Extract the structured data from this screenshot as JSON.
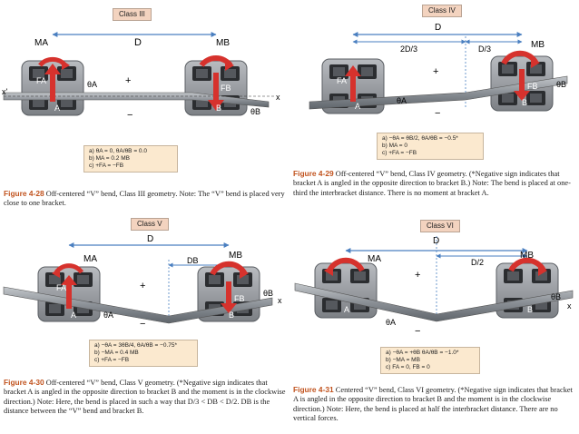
{
  "panels": [
    {
      "class_label": "Class III",
      "dist_labels": [
        "D"
      ],
      "moment_labels": [
        "MA",
        "MB"
      ],
      "force_labels": [
        "FA",
        "FB"
      ],
      "angle_labels": [
        "θA",
        "θB"
      ],
      "axis_labels": [
        "x'",
        "x"
      ],
      "signs": [
        "+",
        "−"
      ],
      "bracket_labels": [
        "A",
        "B"
      ],
      "note_lines": [
        "a) θA = 0, θA/θB = 0.0",
        "b) MA = 0.2 MB",
        "c) +FA = −FB"
      ],
      "caption": {
        "fig": "Figure 4-28",
        "text": " Off-centered “V” bend, Class III geometry. Note: The “V” bend is placed very close to one bracket."
      }
    },
    {
      "class_label": "Class IV",
      "dist_labels": [
        "D",
        "2D/3",
        "D/3"
      ],
      "moment_labels": [
        "MB"
      ],
      "force_labels": [
        "FA",
        "FB"
      ],
      "angle_labels": [
        "θA",
        "θB"
      ],
      "signs": [
        "+",
        "−"
      ],
      "bracket_labels": [
        "A",
        "B"
      ],
      "note_lines": [
        "a) −θA = θB/2, θA/θB = −0.5*",
        "b) MA = 0",
        "c) +FA = −FB"
      ],
      "caption": {
        "fig": "Figure 4-29",
        "text": " Off-centered “V” bend, Class IV geometry. (*Negative sign indicates that bracket A is angled in the opposite direction to bracket B.) Note: The bend is placed at one-third the interbracket distance. There is no moment at bracket A."
      }
    },
    {
      "class_label": "Class V",
      "dist_labels": [
        "D",
        "DB"
      ],
      "moment_labels": [
        "MA",
        "MB"
      ],
      "force_labels": [
        "FA",
        "FB"
      ],
      "angle_labels": [
        "θA",
        "θB"
      ],
      "axis_labels": [
        "x"
      ],
      "signs": [
        "+",
        "−"
      ],
      "bracket_labels": [
        "A",
        "B"
      ],
      "note_lines": [
        "a) −θA = 3θB/4, θA/θB = −0.75*",
        "b) −MA = 0.4 MB",
        "c) +FA = −FB"
      ],
      "caption": {
        "fig": "Figure 4-30",
        "text": " Off-centered “V” bend, Class V geometry. (*Negative sign indicates that bracket A is angled in the opposite direction to bracket B and the moment is in the clockwise direction.) Note: Here, the bend is placed in such a way that D/3 < DB < D/2. DB is the distance between the “V” bend and bracket B."
      }
    },
    {
      "class_label": "Class VI",
      "dist_labels": [
        "D",
        "D/2"
      ],
      "moment_labels": [
        "MA",
        "MB"
      ],
      "angle_labels": [
        "θA",
        "θB"
      ],
      "axis_labels": [
        "x"
      ],
      "signs": [
        "+",
        "−"
      ],
      "bracket_labels": [
        "A",
        "B"
      ],
      "note_lines": [
        "a) −θA = +θB θA/θB = −1.0*",
        "b) −MA = MB",
        "c) FA = 0, FB = 0"
      ],
      "caption": {
        "fig": "Figure 4-31",
        "text": " Centered “V” bend, Class VI geometry. (*Negative sign indicates that bracket A is angled in the opposite direction to bracket B and the moment is in the clockwise direction.) Note: Here, the bend is placed at half the interbracket distance. There are no vertical forces."
      }
    }
  ],
  "colors": {
    "arrow_red": "#d6322d",
    "wire_gray": "#7d8389",
    "label_bg": "#f3d3bf",
    "note_bg": "#fbe9cf",
    "figure_label": "#c1531e",
    "dimension_line": "#4a7fc0"
  }
}
